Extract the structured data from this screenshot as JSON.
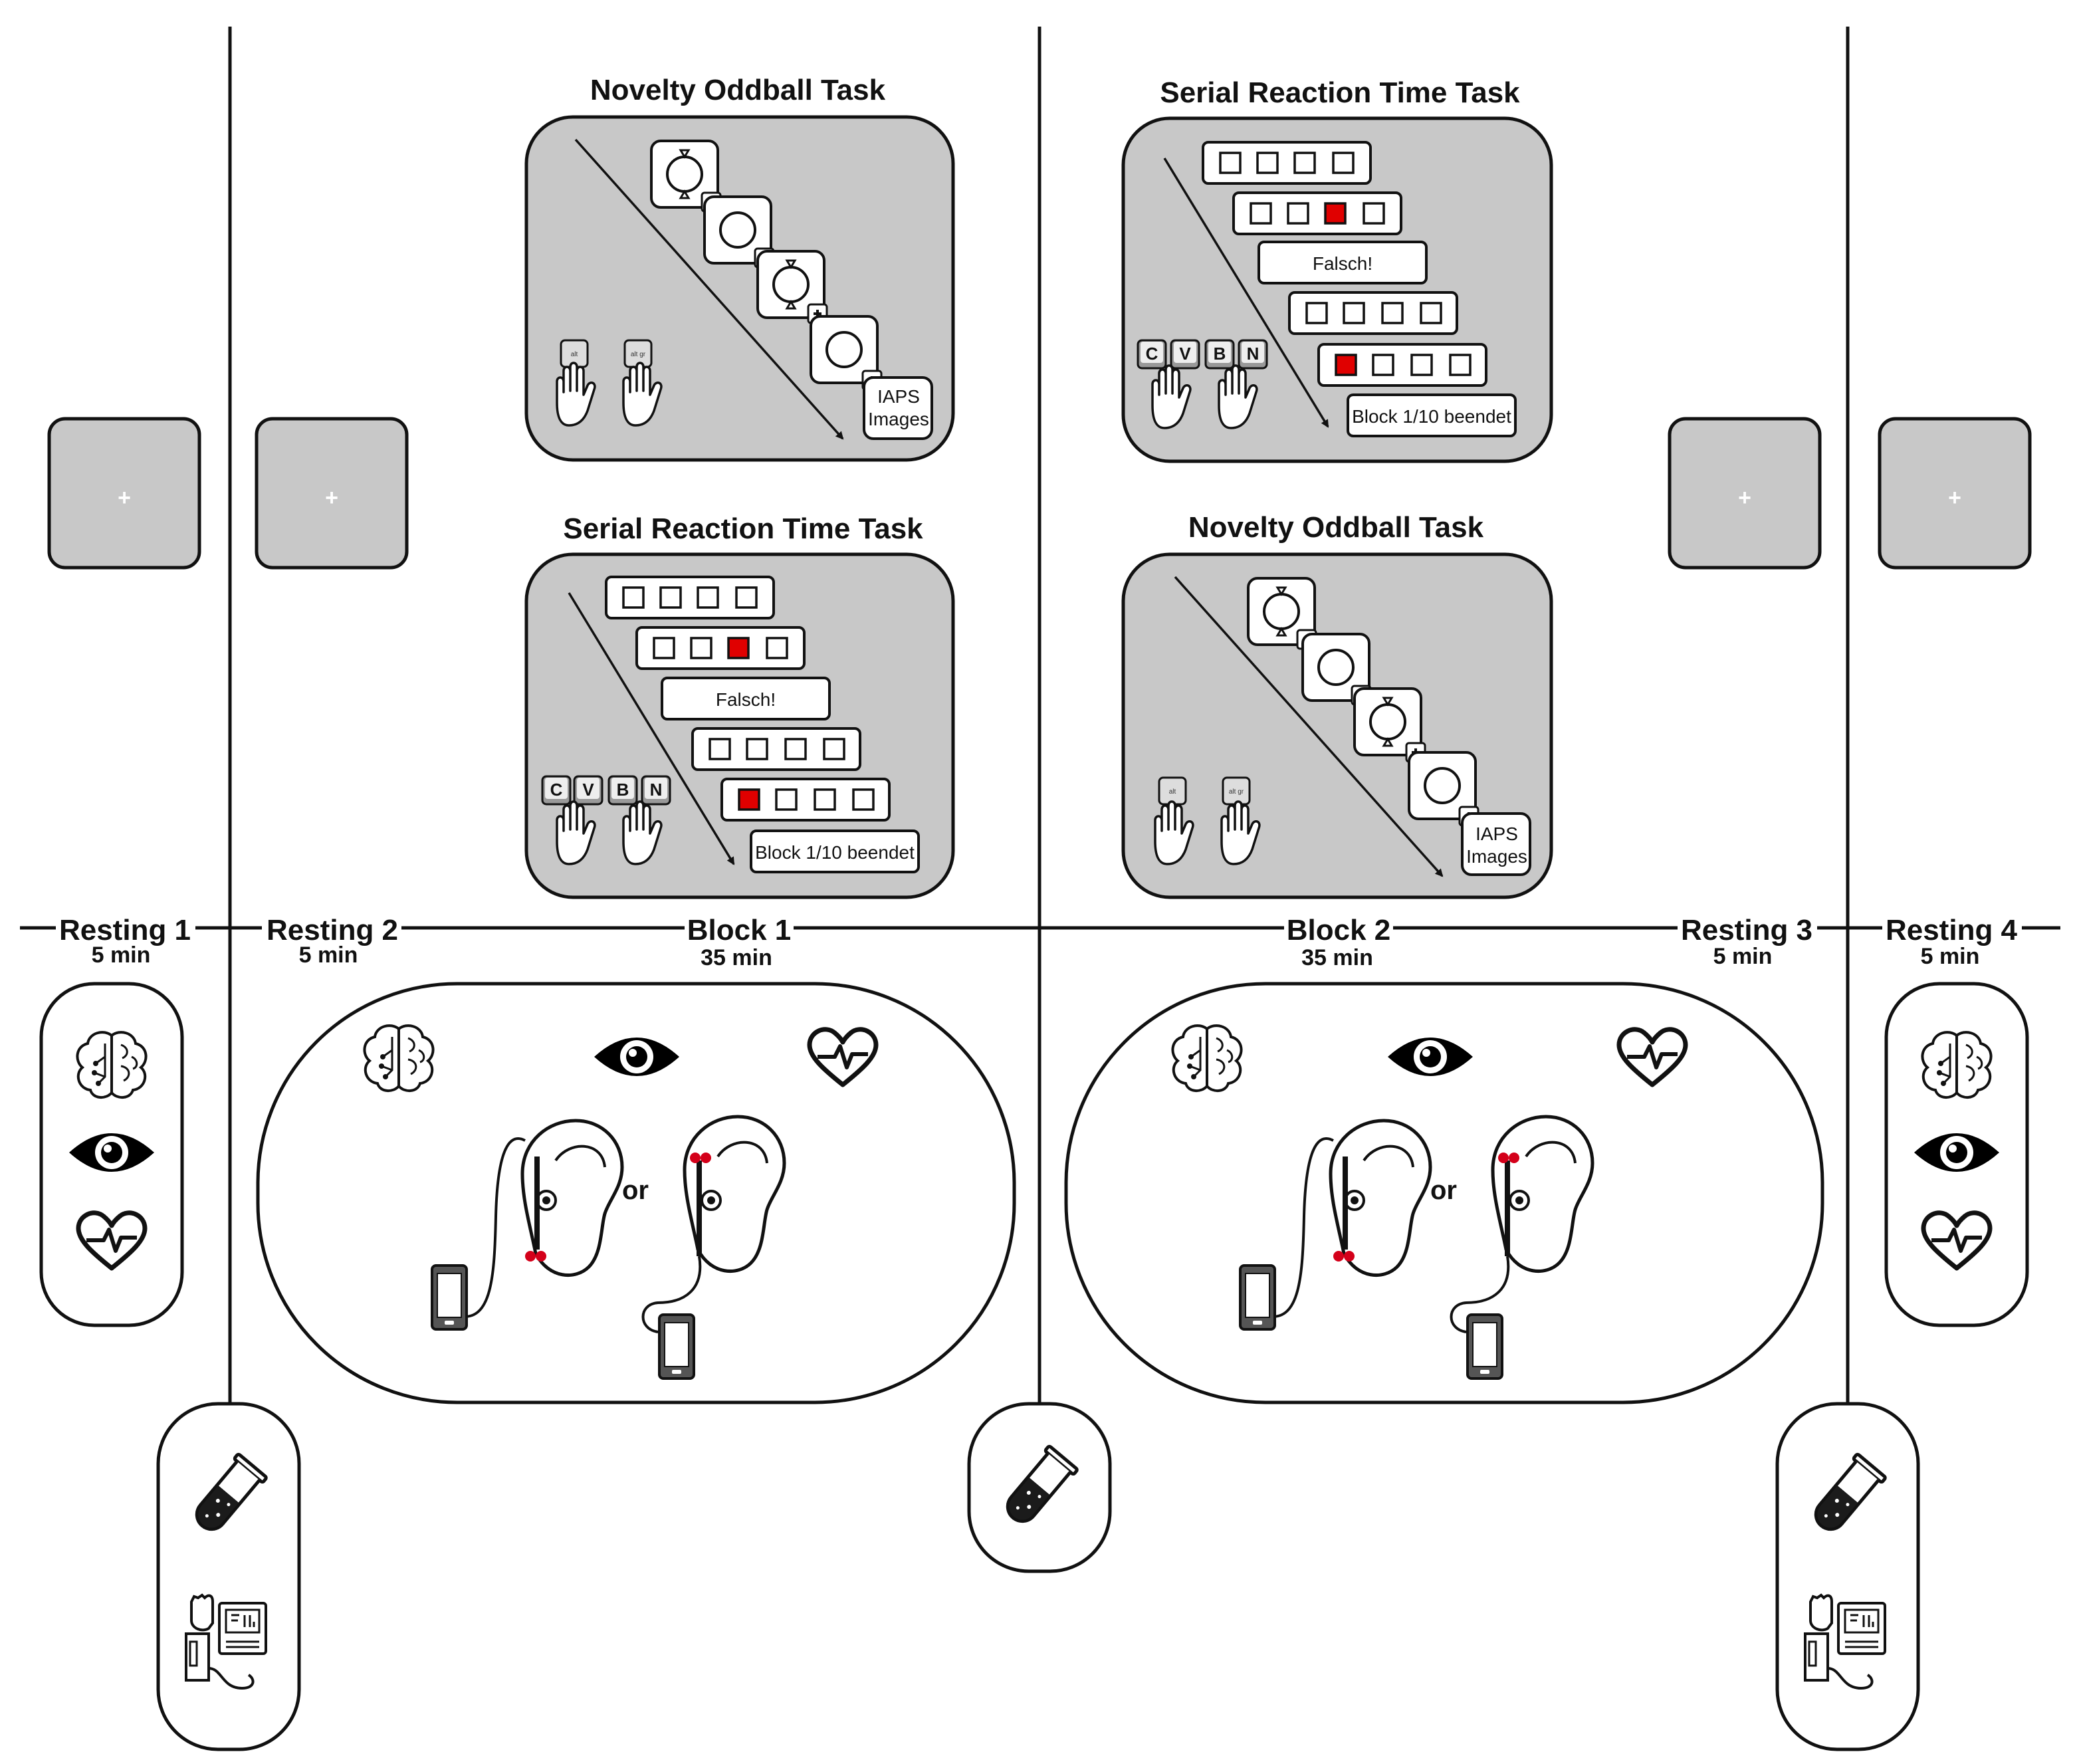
{
  "phases": {
    "resting1": {
      "label": "Resting 1",
      "duration": "5 min"
    },
    "resting2": {
      "label": "Resting 2",
      "duration": "5 min"
    },
    "block1": {
      "label": "Block 1",
      "duration": "35 min"
    },
    "block2": {
      "label": "Block 2",
      "duration": "35 min"
    },
    "resting3": {
      "label": "Resting 3",
      "duration": "5 min"
    },
    "resting4": {
      "label": "Resting 4",
      "duration": "5 min"
    }
  },
  "tasks": {
    "oddball_title": "Novelty Oddball Task",
    "srt_title": "Serial Reaction Time Task",
    "feedback": "Falsch!",
    "block_end": "Block 1/10 beendet",
    "iaps_line1": "IAPS",
    "iaps_line2": "Images",
    "keys": [
      "C",
      "V",
      "B",
      "N"
    ],
    "alt_key": "alt",
    "altgr_key": "alt gr"
  },
  "or_label": "or",
  "fixation_symbol": "+",
  "colors": {
    "target_square": "#e00000",
    "panel_gray": "#c8c8c8",
    "earbud_red": "#d4001a"
  },
  "icons": [
    "brain-icon",
    "eye-icon",
    "heart-ecg-icon",
    "test-tube-icon",
    "blood-pressure-monitor-icon",
    "smartphone-icon",
    "ear-icon"
  ]
}
